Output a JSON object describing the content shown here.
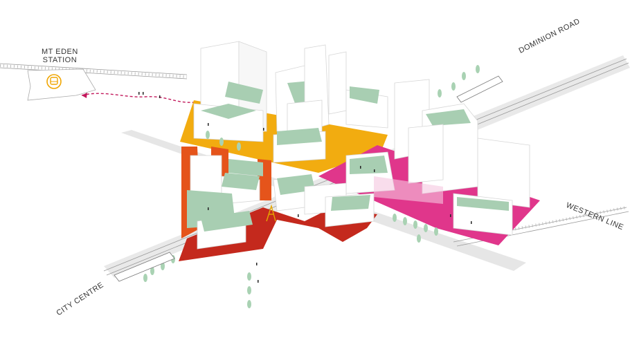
{
  "labels": {
    "station_line1": "MT EDEN",
    "station_line2": "STATION",
    "dominion_road": "DOMINION ROAD",
    "western_line": "WESTERN LINE",
    "city_centre": "CITY CENTRE"
  },
  "colors": {
    "road": "#e6e6e6",
    "rail": "#9a9a9a",
    "yellow_zone": "#f2ac10",
    "orange_zone": "#e5541b",
    "red_zone": "#c4291d",
    "magenta_zone": "#e0368b",
    "roof_green": "#a8ceb2",
    "tree": "#a9d2b3",
    "building": "#ffffff",
    "building_edge": "#d6d6d6",
    "path": "#c2185b",
    "station_icon": "#f0a500"
  },
  "icons": {
    "station": "train-icon"
  }
}
